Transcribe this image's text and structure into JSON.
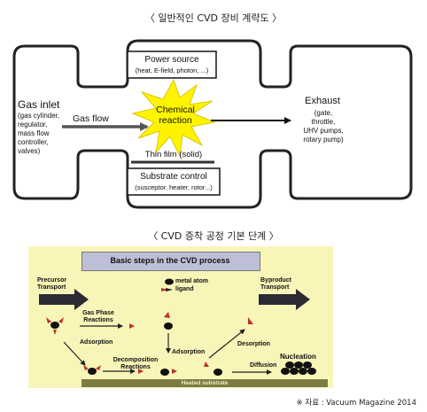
{
  "fig1": {
    "title": "〈 일반적인 CVD 장비 계략도 〉",
    "gas_inlet": {
      "heading": "Gas inlet",
      "lines": [
        "(gas cylinder,",
        "regulator,",
        "mass flow",
        "controller,",
        "valves)"
      ]
    },
    "gas_flow": "Gas flow",
    "power_source": {
      "heading": "Power source",
      "detail": "(heat, E-field, photon, ...)"
    },
    "reaction": [
      "Chemical",
      "reaction"
    ],
    "thin_film": "Thin film (solid)",
    "substrate_control": {
      "heading": "Substrate control",
      "detail": "(susceptor, heater, rotor...)"
    },
    "exhaust": {
      "heading": "Exhaust",
      "lines": [
        "(gate,",
        "throttle,",
        "UHV pumps,",
        "rotary pump)"
      ]
    }
  },
  "fig2": {
    "title": "〈 CVD 증착 공정 기본 단계 〉",
    "heading": "Basic steps in the  CVD process",
    "legend": {
      "metal_atom": "metal atom",
      "ligand": "ligand"
    },
    "precursor_transport": [
      "Precursor",
      "Transport"
    ],
    "byproduct_transport": [
      "Byproduct",
      "Transport"
    ],
    "gas_phase_reactions": [
      "Gas Phase",
      "Reactions"
    ],
    "adsorption_left": "Adsorption",
    "adsorption_mid": "Adsorption",
    "decomposition_reactions": [
      "Decomposition",
      "Reactions"
    ],
    "desorption": "Desorption",
    "diffusion": "Diffusion",
    "nucleation": "Nucleation",
    "heated_substrate": "Heated substrate"
  },
  "source_note": "※ 자료 : Vacuum Magazine 2014",
  "colors": {
    "star": "#fff400",
    "figure2_background": "#f8f5b8",
    "arrow_dark": "#2b2b35",
    "substrate": "#7c7b42",
    "ligand_red": "#c0312b"
  }
}
